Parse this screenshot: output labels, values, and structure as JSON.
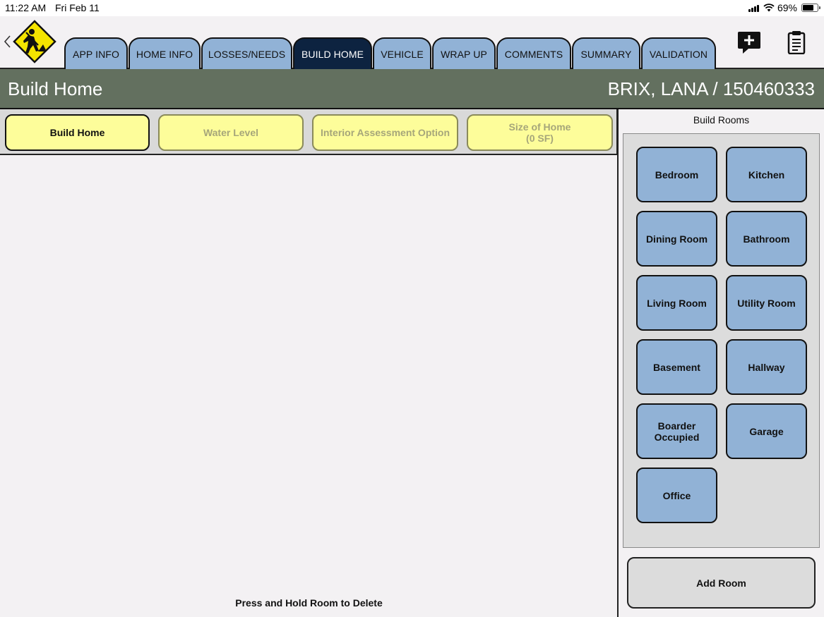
{
  "status_bar": {
    "time": "11:22 AM",
    "date": "Fri Feb 11",
    "battery": "69%"
  },
  "nav": {
    "tabs": [
      {
        "label": "APP INFO",
        "active": false
      },
      {
        "label": "HOME INFO",
        "active": false
      },
      {
        "label": "LOSSES/NEEDS",
        "active": false
      },
      {
        "label": "BUILD HOME",
        "active": true
      },
      {
        "label": "VEHICLE",
        "active": false
      },
      {
        "label": "WRAP UP",
        "active": false
      },
      {
        "label": "COMMENTS",
        "active": false
      },
      {
        "label": "SUMMARY",
        "active": false
      },
      {
        "label": "VALIDATION",
        "active": false
      }
    ],
    "icons": [
      "back-chevron-icon",
      "construction-worker-icon",
      "add-comment-icon",
      "clipboard-icon"
    ]
  },
  "title_bar": {
    "page_title": "Build Home",
    "client": "BRIX, LANA / 150460333"
  },
  "steps": [
    {
      "label": "Build Home",
      "sublabel": "",
      "active": true
    },
    {
      "label": "Water Level",
      "sublabel": "",
      "active": false
    },
    {
      "label": "Interior Assessment Option",
      "sublabel": "",
      "active": false
    },
    {
      "label": "Size of Home",
      "sublabel": "(0 SF)",
      "active": false
    }
  ],
  "footer_hint": "Press and Hold Room to Delete",
  "rooms_panel": {
    "title": "Build Rooms",
    "rooms": [
      {
        "label": "Bedroom"
      },
      {
        "label": "Kitchen"
      },
      {
        "label": "Dining Room"
      },
      {
        "label": "Bathroom"
      },
      {
        "label": "Living Room"
      },
      {
        "label": "Utility Room"
      },
      {
        "label": "Basement"
      },
      {
        "label": "Hallway"
      },
      {
        "label": "Boarder Occupied"
      },
      {
        "label": "Garage"
      },
      {
        "label": "Office"
      }
    ],
    "add_room_label": "Add Room"
  },
  "colors": {
    "tab": "#91b2d6",
    "tab_active": "#0d2340",
    "title_bar": "#63705f",
    "step_button": "#fdfd9a",
    "room_button": "#91b2d6"
  }
}
